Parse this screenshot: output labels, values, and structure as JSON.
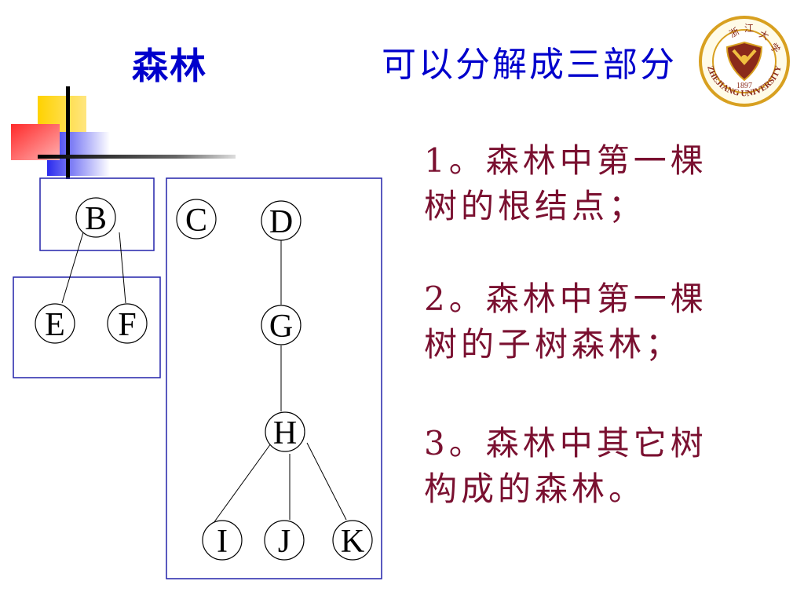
{
  "slide": {
    "title": "森林",
    "subtitle": "可以分解成三部分",
    "points": [
      {
        "line1": "1。森林中第一棵",
        "line2": "树的根结点；"
      },
      {
        "line1": "2。森林中第一棵",
        "line2": "树的子树森林；"
      },
      {
        "line1": "3。森林中其它树",
        "line2": "构成的森林。"
      }
    ]
  },
  "diagram": {
    "nodes": [
      "B",
      "C",
      "D",
      "E",
      "F",
      "G",
      "H",
      "I",
      "J",
      "K"
    ],
    "edges": [
      [
        "B",
        "E"
      ],
      [
        "B",
        "F"
      ],
      [
        "D",
        "G"
      ],
      [
        "G",
        "H"
      ],
      [
        "H",
        "I"
      ],
      [
        "H",
        "J"
      ],
      [
        "H",
        "K"
      ]
    ],
    "groups": [
      {
        "name": "root-of-first-tree",
        "members": [
          "B"
        ]
      },
      {
        "name": "subtree-forest-of-first-tree",
        "members": [
          "E",
          "F"
        ]
      },
      {
        "name": "remaining-trees-forest",
        "members": [
          "C",
          "D",
          "G",
          "H",
          "I",
          "J",
          "K"
        ]
      }
    ]
  },
  "logo": {
    "text": "ZHEJIANG UNIVERSITY",
    "year": "1897",
    "colors": {
      "ring": "#d8a020",
      "shield": "#8a2a1a"
    }
  },
  "colors": {
    "title": "#0000cc",
    "points": "#7a1030",
    "group_box": "#2222aa",
    "decor_yellow": "#ffd200",
    "decor_red": "#ff3a3a",
    "decor_blue": "#3a3aee"
  }
}
